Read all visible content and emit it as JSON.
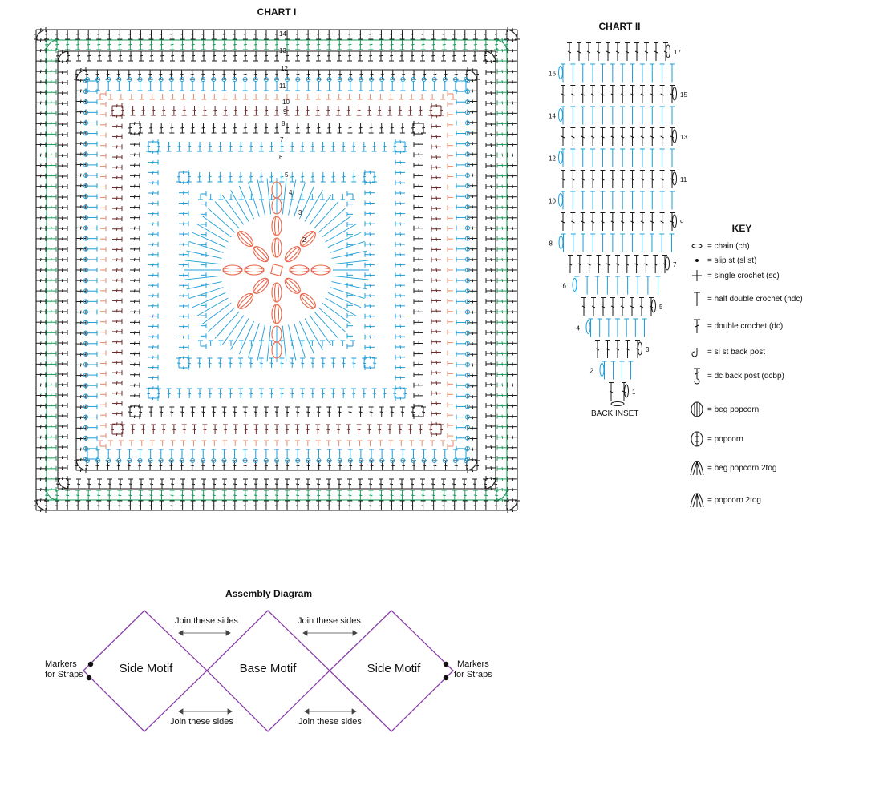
{
  "chart1": {
    "title": "CHART I",
    "round_numbers": [
      "2",
      "3",
      "4",
      "5",
      "6",
      "7",
      "8",
      "9",
      "10",
      "11",
      "12",
      "13",
      "14"
    ],
    "colors": {
      "black": "#1a1a1a",
      "green": "#1a9a5a",
      "blue": "#1e9ed8",
      "brown": "#6b2a2a",
      "coral": "#e8674a",
      "salmon": "#e38a6c"
    }
  },
  "chart2": {
    "title": "CHART II",
    "caption": "BACK INSET",
    "round_numbers": [
      "1",
      "2",
      "3",
      "4",
      "5",
      "6",
      "7",
      "8",
      "9",
      "10",
      "11",
      "12",
      "13",
      "14",
      "15",
      "16",
      "17"
    ]
  },
  "key": {
    "title": "KEY",
    "items": [
      {
        "icon": "chain-icon",
        "label": "= chain (ch)"
      },
      {
        "icon": "slip-stitch-icon",
        "label": "= slip st (sl st)"
      },
      {
        "icon": "single-crochet-icon",
        "label": "= single crochet (sc)"
      },
      {
        "icon": "half-double-crochet-icon",
        "label": "= half double crochet (hdc)"
      },
      {
        "icon": "double-crochet-icon",
        "label": "= double crochet (dc)"
      },
      {
        "icon": "sl-st-back-post-icon",
        "label": "= sl st back post"
      },
      {
        "icon": "dc-back-post-icon",
        "label": "= dc back post (dcbp)"
      },
      {
        "icon": "beg-popcorn-icon",
        "label": "= beg popcorn"
      },
      {
        "icon": "popcorn-icon",
        "label": "= popcorn"
      },
      {
        "icon": "beg-popcorn-2tog-icon",
        "label": "= beg popcorn 2tog"
      },
      {
        "icon": "popcorn-2tog-icon",
        "label": "= popcorn 2tog"
      }
    ]
  },
  "assembly": {
    "title": "Assembly Diagram",
    "motifs": [
      "Side Motif",
      "Base Motif",
      "Side Motif"
    ],
    "join_label": "Join these sides",
    "marker_line1": "Markers",
    "marker_line2": "for Straps",
    "outline_color": "#8a3fa8"
  }
}
